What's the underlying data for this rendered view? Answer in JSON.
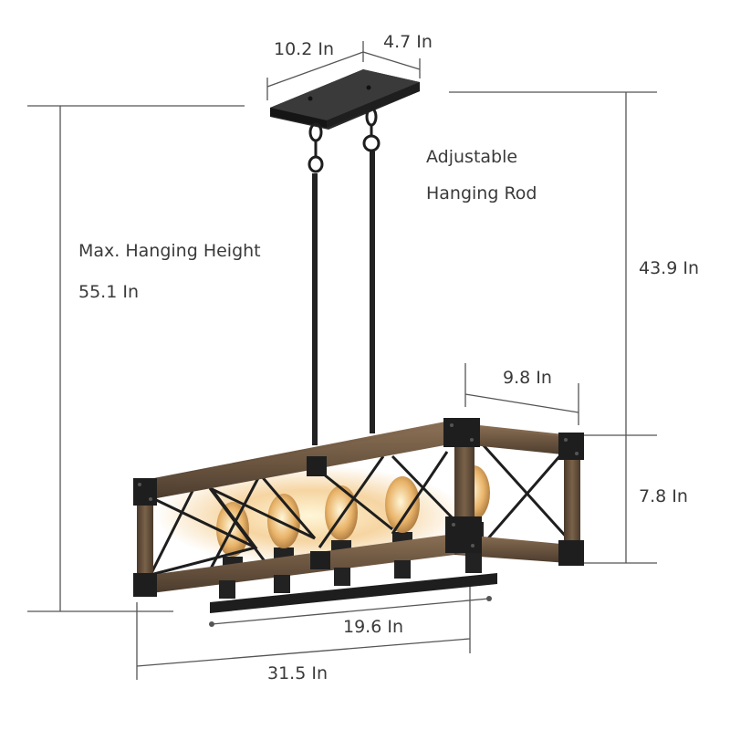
{
  "dimensions": {
    "canopy_width": "10.2 In",
    "canopy_depth": "4.7 In",
    "rod_length": "43.9 In",
    "fixture_depth": "9.8 In",
    "fixture_height": "7.8 In",
    "bulb_span": "19.6 In",
    "fixture_length": "31.5 In"
  },
  "callouts": {
    "adjustable_line1": "Adjustable",
    "adjustable_line2": "Hanging Rod",
    "max_height_line1": "Max. Hanging Height",
    "max_height_line2": "55.1 In"
  },
  "colors": {
    "metal": "#1e1e1e",
    "wood_light": "#8a7055",
    "wood_dark": "#4a3a2c",
    "bulb_glow": "#f2c37a",
    "dim_line": "#555555"
  }
}
